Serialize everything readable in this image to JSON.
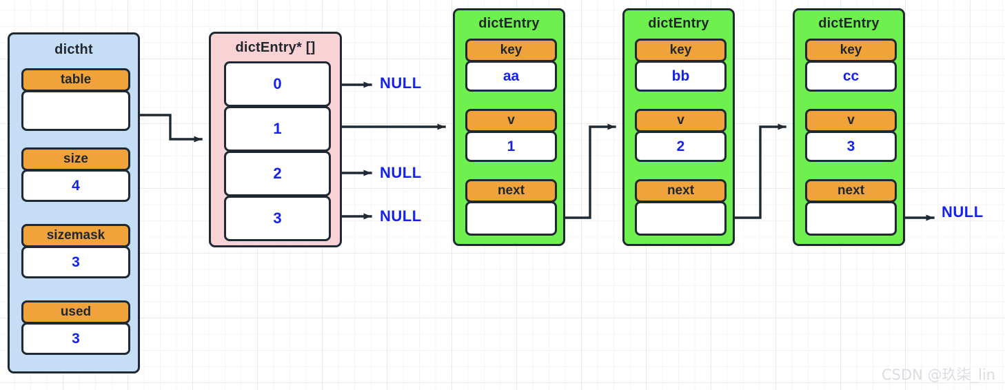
{
  "diagram": {
    "title": "Redis dictht hash table structure",
    "colors": {
      "struct_blue": "#c6def5",
      "array_pink": "#f9d2d6",
      "entry_green": "#6ef04e",
      "field_label_orange": "#f0a33b",
      "value_blue": "#1521f0",
      "stroke": "#1f2933",
      "grid": "#e9e9e9",
      "watermark": "#d9dde2"
    }
  },
  "dictht": {
    "title": "dictht",
    "fields": [
      {
        "label": "table",
        "value": ""
      },
      {
        "label": "size",
        "value": "4"
      },
      {
        "label": "sizemask",
        "value": "3"
      },
      {
        "label": "used",
        "value": "3"
      }
    ]
  },
  "array": {
    "title": "dictEntry* []",
    "slots": [
      {
        "index": "0",
        "target": "NULL"
      },
      {
        "index": "1",
        "target": "dictEntry aa"
      },
      {
        "index": "2",
        "target": "NULL"
      },
      {
        "index": "3",
        "target": "NULL"
      }
    ]
  },
  "entries": [
    {
      "title": "dictEntry",
      "key_label": "key",
      "key_value": "aa",
      "v_label": "v",
      "v_value": "1",
      "next_label": "next",
      "next_value": ""
    },
    {
      "title": "dictEntry",
      "key_label": "key",
      "key_value": "bb",
      "v_label": "v",
      "v_value": "2",
      "next_label": "next",
      "next_value": ""
    },
    {
      "title": "dictEntry",
      "key_label": "key",
      "key_value": "cc",
      "v_label": "v",
      "v_value": "3",
      "next_label": "next",
      "next_value": ""
    }
  ],
  "null_labels": {
    "slot0": "NULL",
    "slot2": "NULL",
    "slot3": "NULL",
    "tail": "NULL"
  },
  "watermark": "CSDN @玖柒_lin"
}
